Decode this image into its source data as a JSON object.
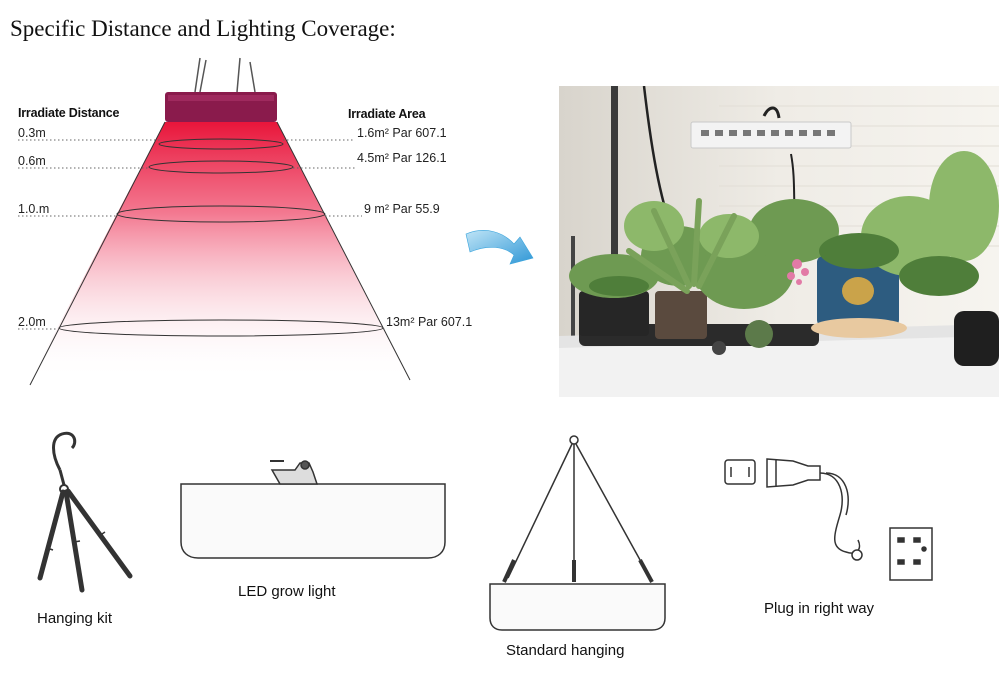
{
  "title": "Specific Distance and Lighting Coverage:",
  "distance_header": "Irradiate Distance",
  "area_header": "Irradiate Area",
  "levels": [
    {
      "distance": "0.3m",
      "area": "1.6m² Par 607.1"
    },
    {
      "distance": "0.6m",
      "area": "4.5m² Par 126.1"
    },
    {
      "distance": "1.0.m",
      "area": "9 m² Par 55.9"
    },
    {
      "distance": "2.0m",
      "area": "13m² Par 607.1"
    }
  ],
  "captions": {
    "hanging_kit": "Hanging kit",
    "led_grow_light": "LED grow light",
    "standard_hanging": "Standard hanging",
    "plug": "Plug in right way"
  },
  "colors": {
    "beam": "#e8153a",
    "lamp": "#8a1b4c",
    "arrow": "#3aa4dc"
  },
  "icons": [
    "curved-arrow-icon",
    "hanging-kit-icon",
    "led-grow-light-icon",
    "standard-hanging-icon",
    "plug-icon",
    "wall-outlet-icon"
  ]
}
